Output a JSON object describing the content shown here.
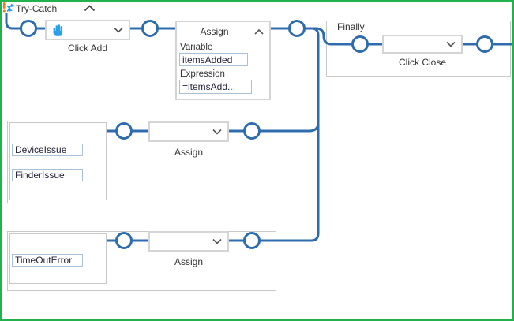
{
  "header": {
    "title": "Try-Catch"
  },
  "try_flow": {
    "click_activity": {
      "label": "Click Add"
    },
    "assign_activity": {
      "title": "Assign",
      "variable_label": "Variable",
      "variable_value": "itemsAdded",
      "expression_label": "Expression",
      "expression_value": "=itemsAdd..."
    }
  },
  "finally_block": {
    "label": "Finally",
    "click_activity": {
      "label": "Click Close"
    }
  },
  "catch_blocks": [
    {
      "exceptions": [
        "DeviceIssue",
        "FinderIssue"
      ],
      "activity_label": "Assign"
    },
    {
      "exceptions": [
        "TimeOutError"
      ],
      "activity_label": "Assign"
    }
  ],
  "icons": {
    "try_catch_icon": "exclamation-branch-arrows",
    "collapse_icon": "chevron-up",
    "dropdown_icon": "chevron-down",
    "click_hand_icon": "hand"
  },
  "colors": {
    "flow_blue": "#2e6cae",
    "hand_blue": "#2aa0e8",
    "frame_green": "#22b14c",
    "container_gray": "#c9c9c9"
  }
}
